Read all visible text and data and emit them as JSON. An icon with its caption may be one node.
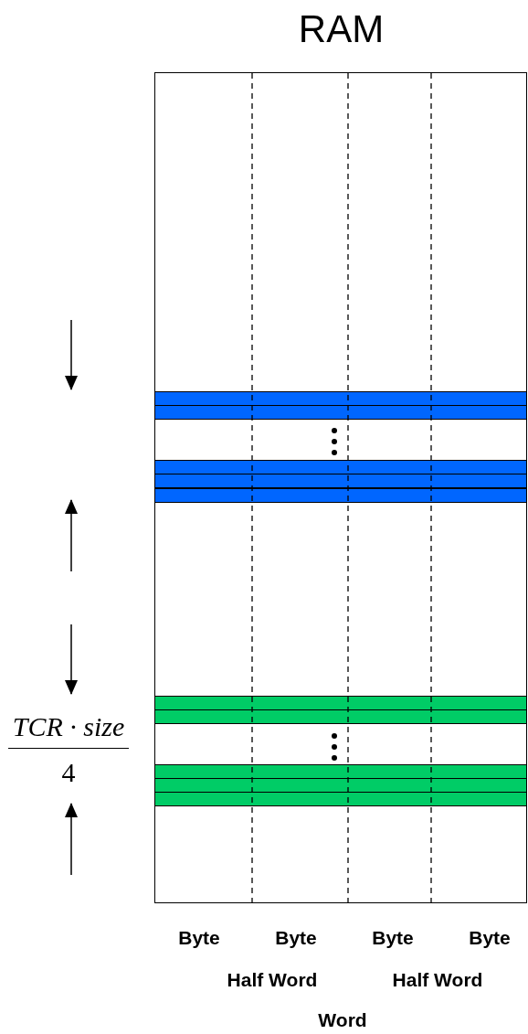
{
  "diagram": {
    "nodes": [
      {
        "text": [
          "RAM"
        ]
      },
      {
        "text": [],
        "shape": "bar",
        "in": 0
      },
      {
        "text": [],
        "shape": "bar",
        "in": 0
      },
      {
        "text": [],
        "shape": "bar",
        "in": 0
      },
      {
        "text": [],
        "shape": "bar",
        "in": 0
      },
      {
        "text": [],
        "shape": "bar",
        "in": 0
      },
      {
        "text": [],
        "shape": "bar",
        "in": 0
      },
      {
        "text": [],
        "shape": "bar",
        "in": 0
      },
      {
        "text": [],
        "shape": "bar",
        "in": 0
      },
      {
        "text": [],
        "shape": "bar",
        "in": 0
      },
      {
        "text": [],
        "shape": "bar",
        "in": 0
      }
    ],
    "edges": [],
    "labels": [
      "TCR · size",
      "4",
      "Byte",
      "Byte",
      "Byte",
      "Byte",
      "Half Word",
      "Half Word",
      "Word"
    ]
  }
}
